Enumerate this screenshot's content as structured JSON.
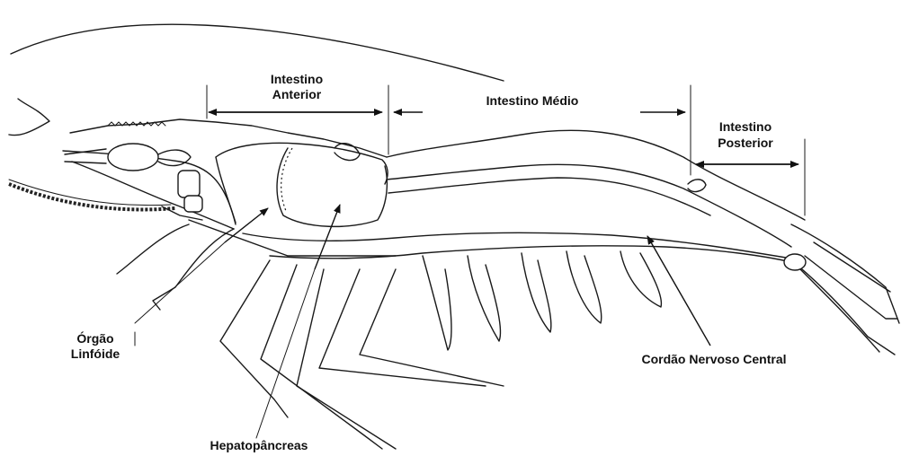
{
  "labels": {
    "intestino_anterior_1": "Intestino",
    "intestino_anterior_2": "Anterior",
    "intestino_medio": "Intestino Médio",
    "intestino_posterior_1": "Intestino",
    "intestino_posterior_2": "Posterior",
    "orgao_linfoide_1": "Órgão",
    "orgao_linfoide_2": "Linfóide",
    "hepatopancreas": "Hepatopâncreas",
    "cordao_nervoso": "Cordão Nervoso Central"
  }
}
